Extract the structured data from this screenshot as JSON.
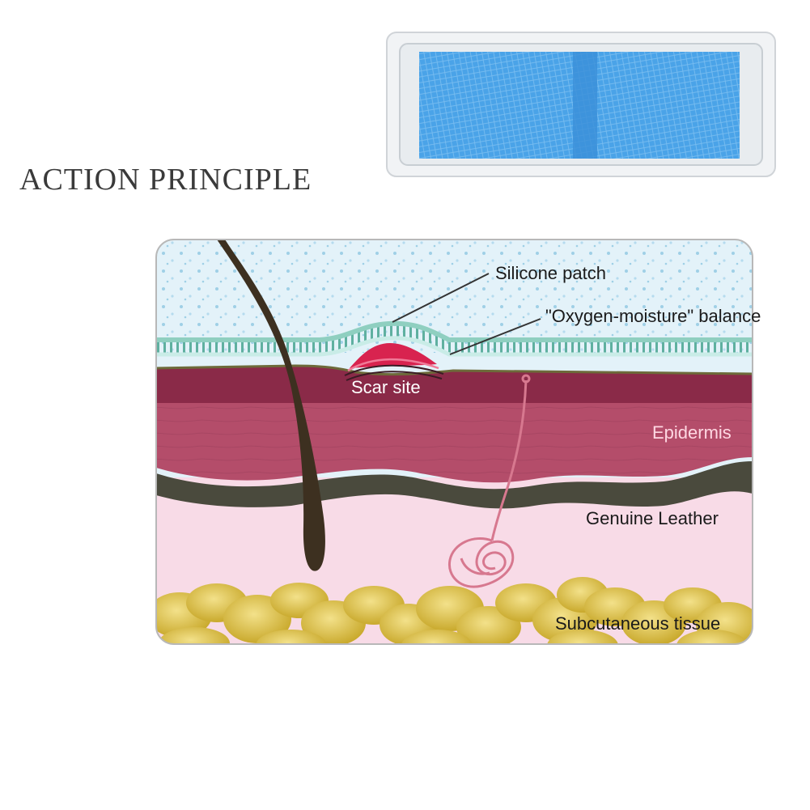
{
  "heading": "ACTION PRINCIPLE",
  "labels": {
    "silicone_patch": "Silicone patch",
    "oxygen_moisture": "\"Oxygen-moisture\" balance",
    "scar_site": "Scar site",
    "epidermis": "Epidermis",
    "genuine_leather": "Genuine Leather",
    "subcutaneous_tissue": "Subcutaneous tissue"
  },
  "colors": {
    "patch_blue": "#4aa3e8",
    "sky_layer": "#e3f2f9",
    "dot": "#9fd0e6",
    "silicone_layer": "#8fcfc0",
    "scar": "#d8234f",
    "epidermis_top": "#8a2a48",
    "epidermis_body": "#b44d6a",
    "dermis_dark": "#4a4a3d",
    "genuine_leather": "#f8dbe7",
    "fat": "#dcc34a",
    "hair": "#3d3020"
  }
}
